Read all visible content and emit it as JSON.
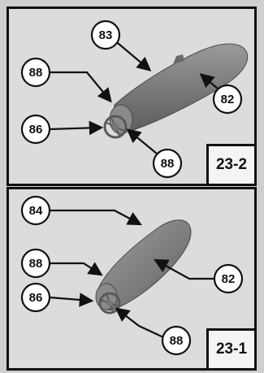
{
  "panels": [
    {
      "step": "23-2",
      "callouts": [
        "83",
        "88",
        "82",
        "86",
        "88"
      ]
    },
    {
      "step": "23-1",
      "callouts": [
        "84",
        "88",
        "82",
        "86",
        "88"
      ]
    }
  ]
}
